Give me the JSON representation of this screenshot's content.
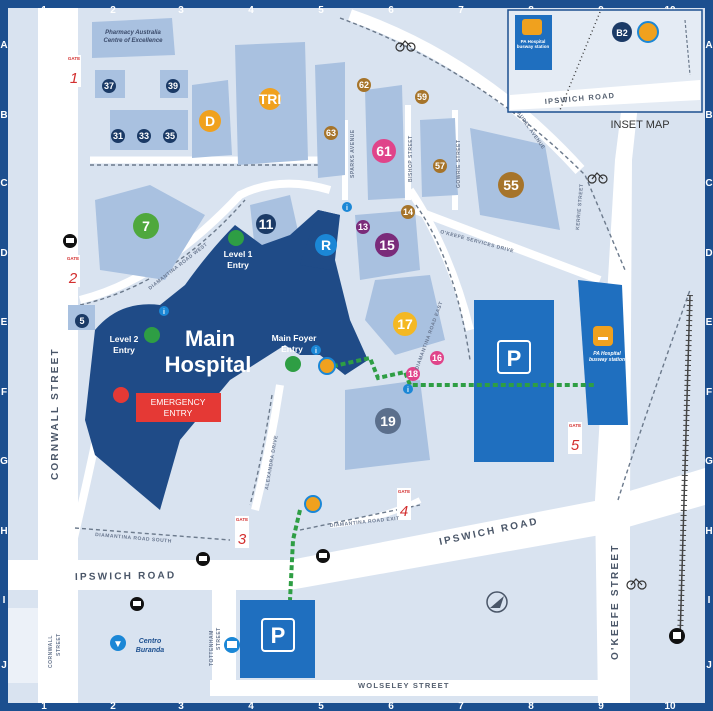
{
  "grid": {
    "columns": [
      "1",
      "2",
      "3",
      "4",
      "5",
      "6",
      "7",
      "8",
      "9",
      "10"
    ],
    "rows": [
      "A",
      "B",
      "C",
      "D",
      "E",
      "F",
      "G",
      "H",
      "I",
      "J"
    ]
  },
  "colors": {
    "frame": "#1c4f8f",
    "building": "#a9c1e0",
    "main_hospital": "#1f4b87",
    "parking": "#1f6fbf",
    "green_path": "#2e9e44",
    "emergency": "#e53935",
    "road": "#ffffff",
    "ground": "#d9e3f0"
  },
  "main_hospital": {
    "line1": "Main",
    "line2": "Hospital"
  },
  "emergency": {
    "label_1": "EMERGENCY",
    "label_2": "ENTRY"
  },
  "entries": {
    "level1": {
      "line1": "Level 1",
      "line2": "Entry"
    },
    "level2": {
      "line1": "Level 2",
      "line2": "Entry"
    },
    "main_foyer": {
      "line1": "Main Foyer",
      "line2": "Entry"
    }
  },
  "pharmacy": {
    "line1": "Pharmacy Australia",
    "line2": "Centre of Excellence"
  },
  "buildings": [
    {
      "label": "37",
      "color": "#1b3a66"
    },
    {
      "label": "39",
      "color": "#1b3a66"
    },
    {
      "label": "31",
      "color": "#1b3a66"
    },
    {
      "label": "33",
      "color": "#1b3a66"
    },
    {
      "label": "35",
      "color": "#1b3a66"
    },
    {
      "label": "5",
      "color": "#1b3a66"
    },
    {
      "label": "11",
      "color": "#1b3a66"
    },
    {
      "label": "D",
      "color": "#f0a11e"
    },
    {
      "label": "TRI",
      "color": "#f0a11e"
    },
    {
      "label": "62",
      "color": "#a6742a"
    },
    {
      "label": "59",
      "color": "#a6742a"
    },
    {
      "label": "63",
      "color": "#a6742a"
    },
    {
      "label": "57",
      "color": "#a6742a"
    },
    {
      "label": "55",
      "color": "#a6742a"
    },
    {
      "label": "14",
      "color": "#a6742a"
    },
    {
      "label": "61",
      "color": "#e0448a"
    },
    {
      "label": "16",
      "color": "#e0448a"
    },
    {
      "label": "18",
      "color": "#e0448a"
    },
    {
      "label": "13",
      "color": "#7a2b7a"
    },
    {
      "label": "15",
      "color": "#7a2b7a"
    },
    {
      "label": "7",
      "color": "#4fa83d"
    },
    {
      "label": "17",
      "color": "#f4b823"
    },
    {
      "label": "19",
      "color": "#5b6f8c"
    },
    {
      "label": "R",
      "color": "#1b87d6"
    }
  ],
  "gates": [
    {
      "word": "GATE",
      "number": "1"
    },
    {
      "word": "GATE",
      "number": "2"
    },
    {
      "word": "GATE",
      "number": "3"
    },
    {
      "word": "GATE",
      "number": "4"
    },
    {
      "word": "GATE",
      "number": "5"
    }
  ],
  "streets": {
    "cornwall": "CORNWALL STREET",
    "ipswich": "IPSWICH ROAD",
    "okeefe": "O'KEEFE STREET",
    "wolseley": "WOLSELEY STREET",
    "cornwall_small_1": "CORNWALL",
    "cornwall_small_2": "STREET",
    "tottenham_1": "TOTTENHAM",
    "tottenham_2": "STREET",
    "diamantina_south": "DIAMANTINA ROAD SOUTH",
    "diamantina_west": "DIAMANTINA ROAD WEST",
    "diamantina_exit": "DIAMANTINA ROAD EXIT",
    "diamantina_east": "DIAMANTINA ROAD EAST",
    "alexandra": "ALEXANDRA DRIVE",
    "okeefe_services": "O'KEEFE SERVICES DRIVE",
    "sparks": "SPARKS AVENUE",
    "bishop": "BISHOP STREET",
    "gowrie": "GOWRIE STREET",
    "laurel": "LAUREL AVENUE",
    "kerrie": "KERRIE STREET"
  },
  "busway": {
    "line1": "PA Hospital",
    "line2": "busway station"
  },
  "centro": {
    "line1": "Centro",
    "line2": "Buranda"
  },
  "inset": {
    "title": "INSET MAP",
    "badge": "B2",
    "road": "IPSWICH ROAD",
    "busway_line1": "PA Hospital",
    "busway_line2": "busway station"
  },
  "parking_label": "P",
  "info_label": "i"
}
